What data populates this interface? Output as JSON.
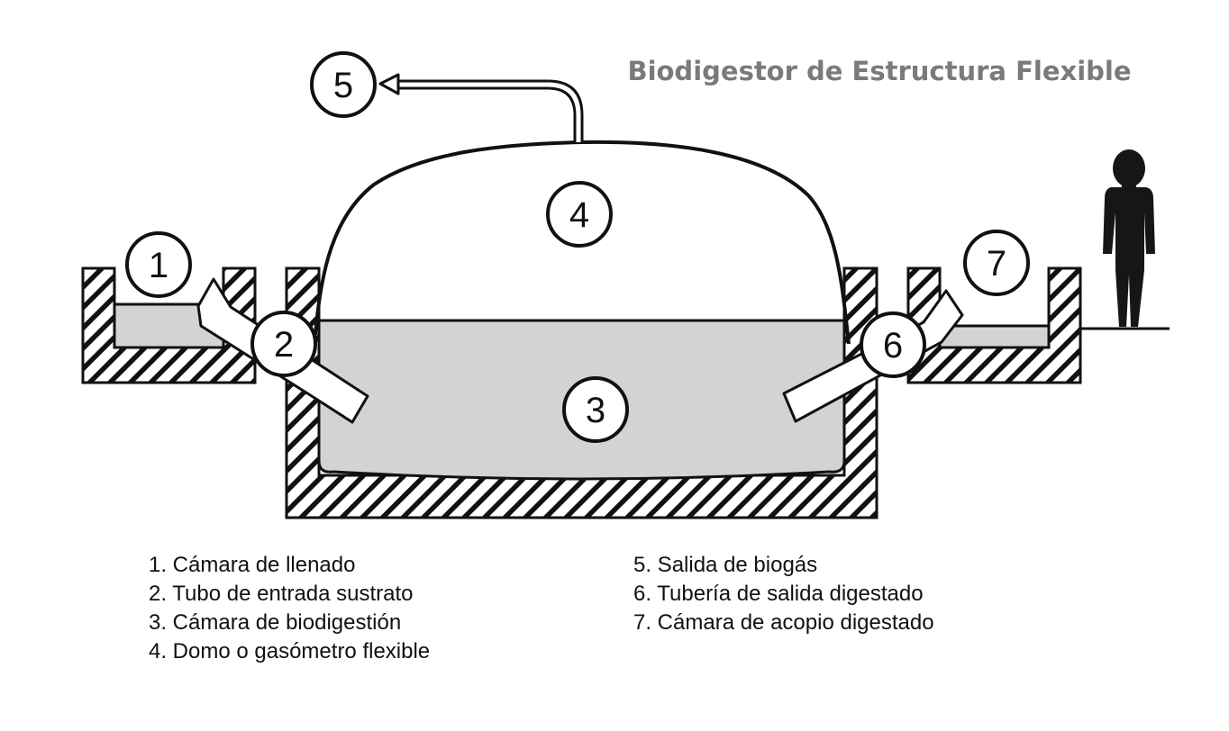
{
  "title": "Biodigestor de Estructura Flexible",
  "markers": [
    "1",
    "2",
    "3",
    "4",
    "5",
    "6",
    "7"
  ],
  "legend": {
    "left": [
      "1. Cámara de llenado",
      "2. Tubo de entrada sustrato",
      "3. Cámara de biodigestión",
      "4. Domo o gasómetro flexible"
    ],
    "right": [
      "5. Salida de biogás",
      "6. Tubería de salida digestado",
      "7. Cámara de acopio digestado"
    ]
  },
  "colors": {
    "title": "#7a7a7a",
    "liquid": "#d3d3d3",
    "hatch": "#111111",
    "person": "#161616"
  }
}
